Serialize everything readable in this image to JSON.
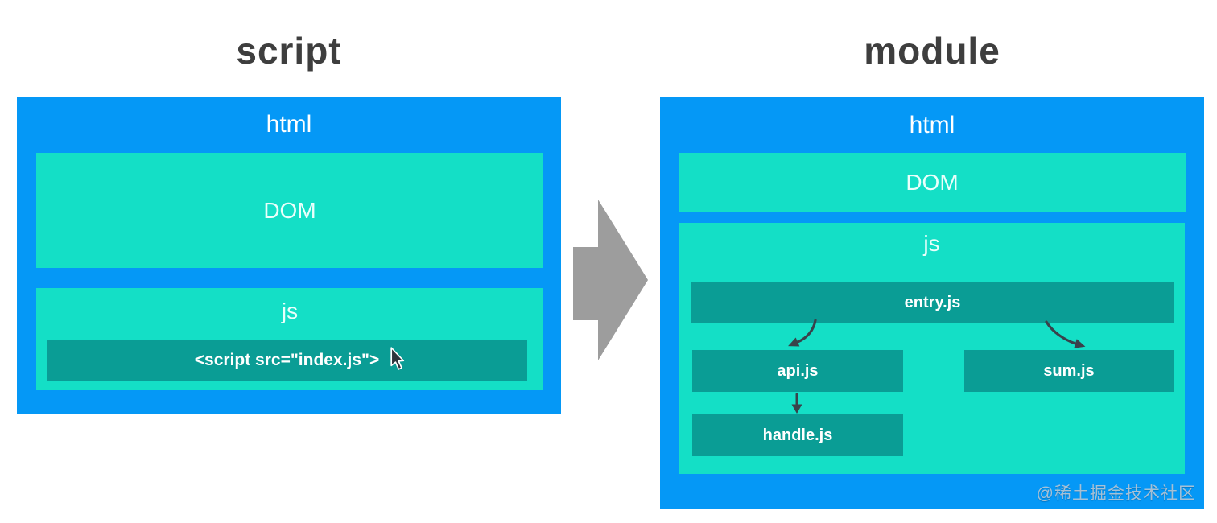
{
  "left": {
    "title": "script",
    "html_label": "html",
    "dom_label": "DOM",
    "js_label": "js",
    "script_tag": "<script src=\"index.js\">"
  },
  "right": {
    "title": "module",
    "html_label": "html",
    "dom_label": "DOM",
    "js_label": "js",
    "modules": {
      "entry": "entry.js",
      "api": "api.js",
      "sum": "sum.js",
      "handle": "handle.js"
    }
  },
  "watermark": "@稀土掘金技术社区",
  "colors": {
    "blue": "#0598f6",
    "teal": "#14dfc6",
    "dark_teal": "#0a9d95",
    "title_gray": "#3e3e3e",
    "big_arrow_gray": "#9d9d9d",
    "flow_arrow_dark": "#39424b"
  }
}
